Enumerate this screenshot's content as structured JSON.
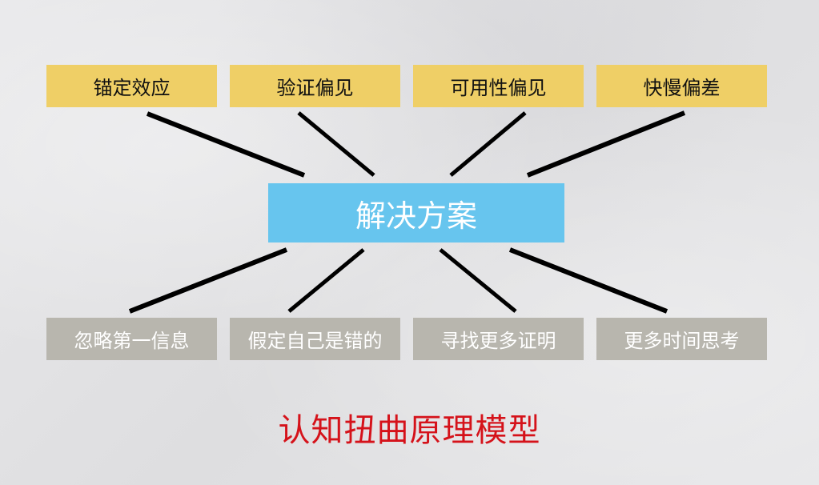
{
  "colors": {
    "bias_box_bg": "#efcf66",
    "center_box_bg": "#67c5ee",
    "action_box_bg": "#b8b6ae",
    "caption_text": "#d5121a",
    "connector_line": "#000000"
  },
  "diagram": {
    "center": {
      "label": "解决方案"
    },
    "biases": [
      {
        "label": "锚定效应"
      },
      {
        "label": "验证偏见"
      },
      {
        "label": "可用性偏见"
      },
      {
        "label": "快慢偏差"
      }
    ],
    "actions": [
      {
        "label": "忽略第一信息"
      },
      {
        "label": "假定自己是错的"
      },
      {
        "label": "寻找更多证明"
      },
      {
        "label": "更多时间思考"
      }
    ],
    "caption": "认知扭曲原理模型"
  }
}
